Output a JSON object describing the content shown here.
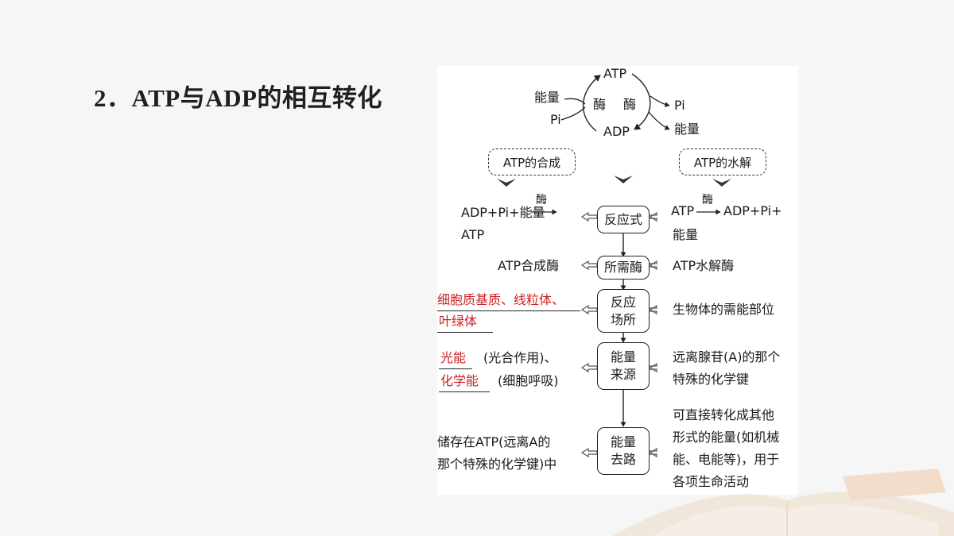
{
  "title": "2．ATP与ADP的相互转化",
  "cycle": {
    "atp": "ATP",
    "adp": "ADP",
    "energy_in": "能量",
    "pi_in": "Pi",
    "enzyme_left": "酶",
    "enzyme_right": "酶",
    "pi_out": "Pi",
    "energy_out": "能量"
  },
  "synthesis_label": "ATP的合成",
  "hydrolysis_label": "ATP的水解",
  "rows": {
    "reaction": {
      "center": "反应式",
      "left_line1": "ADP+Pi+能量",
      "left_enzyme": "酶",
      "left_line2": "ATP",
      "right_line1_a": "ATP",
      "right_enzyme": "酶",
      "right_line1_b": "ADP+Pi+",
      "right_line2": "能量"
    },
    "enzyme": {
      "center": "所需酶",
      "left": "ATP合成酶",
      "right": "ATP水解酶"
    },
    "site": {
      "center_line1": "反应",
      "center_line2": "场所",
      "left_line1": "细胞质基质、线粒体、",
      "left_line2": "叶绿体",
      "right": "生物体的需能部位"
    },
    "source": {
      "center_line1": "能量",
      "center_line2": "来源",
      "left_fill1": "光能",
      "left_note1": "(光合作用)、",
      "left_fill2": "化学能",
      "left_note2": "(细胞呼吸)",
      "right_line1": "远离腺苷(A)的那个",
      "right_line2": "特殊的化学键"
    },
    "destination": {
      "center_line1": "能量",
      "center_line2": "去路",
      "left_line1": "储存在ATP(远离A的",
      "left_line2": "那个特殊的化学键)中",
      "right_line1": "可直接转化成其他",
      "right_line2": "形式的能量(如机械",
      "right_line3": "能、电能等)，用于",
      "right_line4": "各项生命活动"
    }
  }
}
